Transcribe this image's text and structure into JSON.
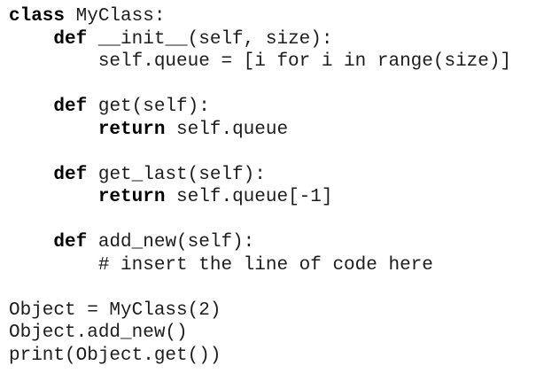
{
  "page": {
    "background_color": "#ffffff",
    "text_color": "#1c1c1c",
    "keyword_color": "#000000",
    "language": "python"
  },
  "code": {
    "lines": [
      {
        "segments": [
          {
            "text": "class",
            "bold": true
          },
          {
            "text": " MyClass:",
            "bold": false
          }
        ]
      },
      {
        "segments": [
          {
            "text": "    ",
            "bold": false
          },
          {
            "text": "def",
            "bold": true
          },
          {
            "text": " __init__(self, size):",
            "bold": false
          }
        ]
      },
      {
        "segments": [
          {
            "text": "        self.queue = [i for i in range(size)]",
            "bold": false
          }
        ]
      },
      {
        "segments": []
      },
      {
        "segments": [
          {
            "text": "    ",
            "bold": false
          },
          {
            "text": "def",
            "bold": true
          },
          {
            "text": " get(self):",
            "bold": false
          }
        ]
      },
      {
        "segments": [
          {
            "text": "        ",
            "bold": false
          },
          {
            "text": "return",
            "bold": true
          },
          {
            "text": " self.queue",
            "bold": false
          }
        ]
      },
      {
        "segments": []
      },
      {
        "segments": [
          {
            "text": "    ",
            "bold": false
          },
          {
            "text": "def",
            "bold": true
          },
          {
            "text": " get_last(self):",
            "bold": false
          }
        ]
      },
      {
        "segments": [
          {
            "text": "        ",
            "bold": false
          },
          {
            "text": "return",
            "bold": true
          },
          {
            "text": " self.queue[-1]",
            "bold": false
          }
        ]
      },
      {
        "segments": []
      },
      {
        "segments": [
          {
            "text": "    ",
            "bold": false
          },
          {
            "text": "def",
            "bold": true
          },
          {
            "text": " add_new(self):",
            "bold": false
          }
        ]
      },
      {
        "segments": [
          {
            "text": "        # insert the line of code here",
            "bold": false
          }
        ]
      },
      {
        "segments": []
      },
      {
        "segments": [
          {
            "text": "Object = MyClass(2)",
            "bold": false
          }
        ]
      },
      {
        "segments": [
          {
            "text": "Object.add_new()",
            "bold": false
          }
        ]
      },
      {
        "segments": [
          {
            "text": "print(Object.get())",
            "bold": false
          }
        ]
      }
    ]
  }
}
